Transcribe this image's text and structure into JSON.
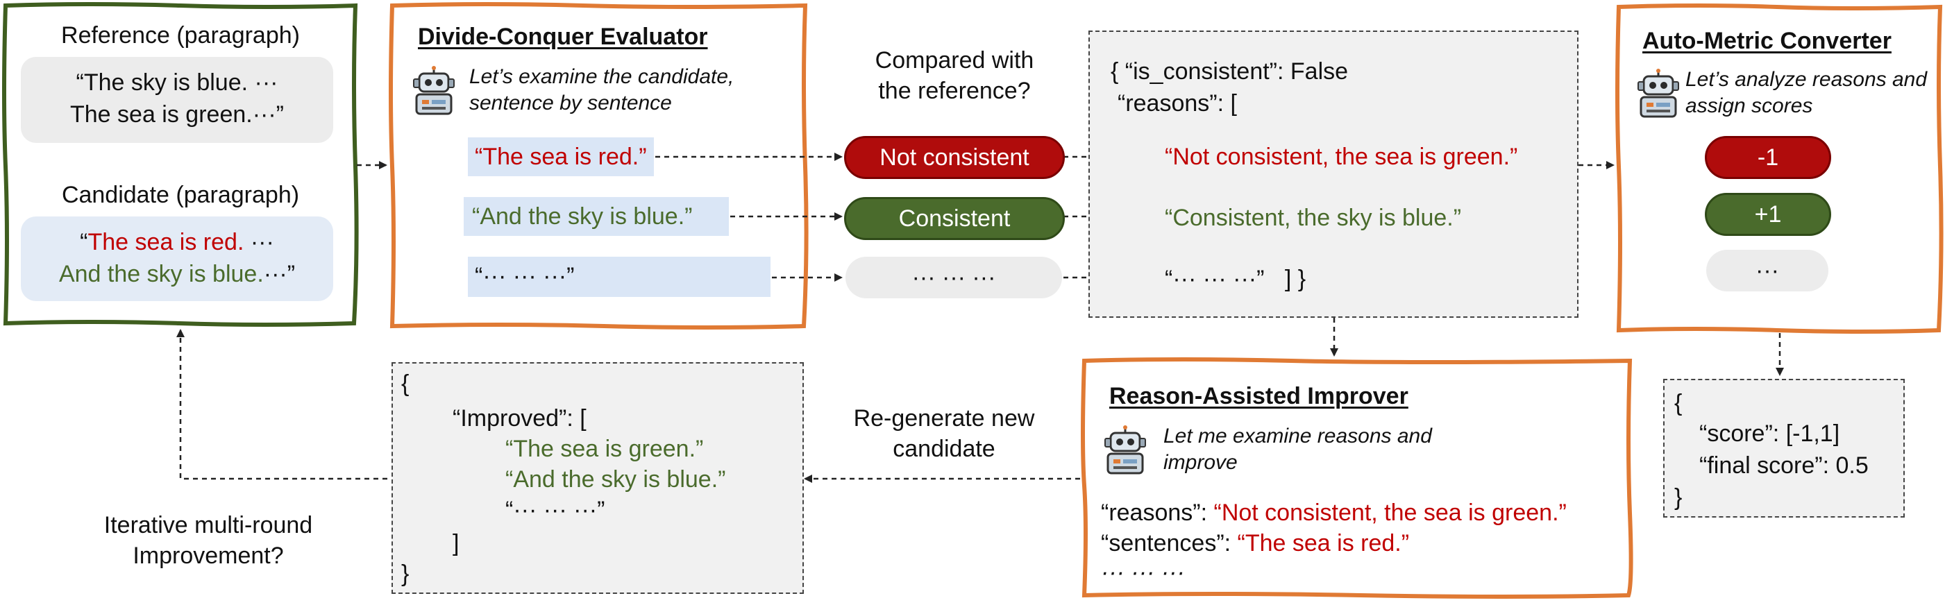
{
  "colors": {
    "frame_green": "#3f5e1f",
    "frame_orange": "#e07a34",
    "text_red": "#c00000",
    "text_green": "#4a6b2c",
    "pill_red": "#b00c0c",
    "pill_green": "#4a6b2c",
    "highlight_blue": "#dae6f6",
    "neutral_grey": "#ececec"
  },
  "inputs": {
    "reference_label": "Reference (paragraph)",
    "reference_line1": "“The sky is blue. ···",
    "reference_line2": "The sea is green.···”",
    "candidate_label": "Candidate (paragraph)",
    "candidate_open_quote": "“",
    "candidate_line1_red": "The sea is red.",
    "candidate_line1_rest": " ···",
    "candidate_line2_green": "And the sky is blue.",
    "candidate_line2_rest": "···”"
  },
  "evaluator": {
    "title": "Divide-Conquer Evaluator",
    "icon": "robot-icon",
    "prompt": "Let’s examine the candidate, sentence by sentence",
    "sentences": [
      "“The sea is red.”",
      "“And the sky is blue.”",
      "“··· ··· ···”"
    ]
  },
  "comparison": {
    "question_line1": "Compared with",
    "question_line2": "the reference?",
    "verdicts": [
      "Not consistent",
      "Consistent",
      "··· ··· ···"
    ]
  },
  "json_output": {
    "line1": "{ “is_consistent”: False",
    "line2": "“reasons”: [",
    "reason1": "“Not consistent, the sea is green.”",
    "reason2": "“Consistent, the sky is blue.”",
    "reason3": "“··· ··· ···”",
    "closing": "] }"
  },
  "converter": {
    "title": "Auto-Metric Converter",
    "icon": "robot-icon",
    "prompt": "Let’s analyze reasons and assign scores",
    "scores": [
      "-1",
      "+1",
      "···"
    ]
  },
  "score_output": {
    "open": "{",
    "score_key": "“score”: ",
    "score_value": "[-1,1]",
    "final_key": "“final score”: ",
    "final_value": "0.5",
    "close": "}"
  },
  "improver": {
    "title": "Reason-Assisted Improver",
    "icon": "robot-icon",
    "prompt": "Let me examine reasons and improve",
    "reasons_key": "“reasons”: ",
    "reasons_value": "“Not consistent, the sea is green.”",
    "sentences_key": "“sentences”: ",
    "sentences_value": "“The sea is red.”",
    "ellipsis": "··· ··· ···"
  },
  "regenerate": {
    "line1": "Re-generate new",
    "line2": "candidate"
  },
  "improved_output": {
    "open": "{",
    "key": "“Improved”: [",
    "line1": "“The sea is green.”",
    "line2": "“And the sky is blue.”",
    "line3": "“··· ··· ···”",
    "close_bracket": "]",
    "close": "}"
  },
  "iteration": {
    "line1": "Iterative multi-round",
    "line2": "Improvement?"
  }
}
